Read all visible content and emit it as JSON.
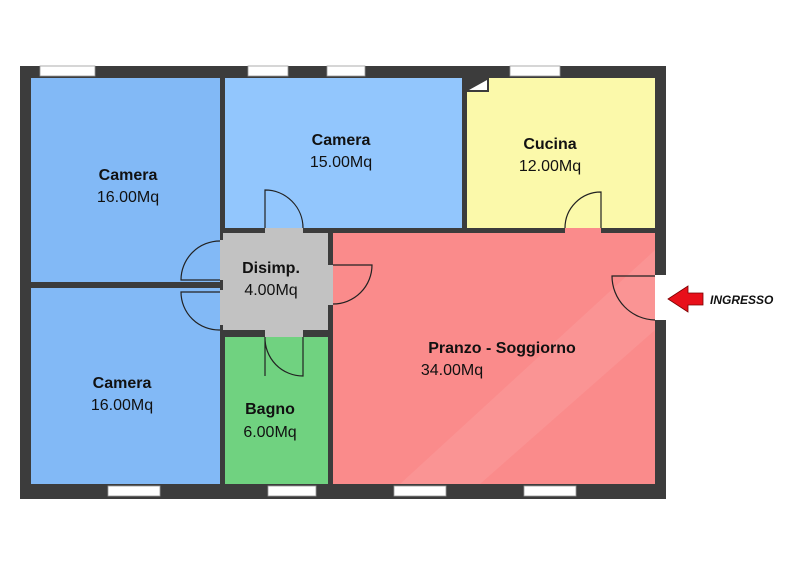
{
  "title": "Floor plan",
  "colors": {
    "wall": "#3c3c3c",
    "camera_left": "#82b9f6",
    "camera_top": "#92c6fd",
    "cucina": "#fbf9aa",
    "disimpegno": "#c2c2c2",
    "bagno": "#70d280",
    "soggiorno": "#fa8b8b",
    "arrow": "#e8101a"
  },
  "rooms": [
    {
      "name": "Camera",
      "area": "16.00Mq"
    },
    {
      "name": "Camera",
      "area": "16.00Mq"
    },
    {
      "name": "Camera",
      "area": "15.00Mq"
    },
    {
      "name": "Cucina",
      "area": "12.00Mq"
    },
    {
      "name": "Disimp.",
      "area": "4.00Mq"
    },
    {
      "name": "Bagno",
      "area": "6.00Mq"
    },
    {
      "name": "Pranzo - Soggiorno",
      "area": "34.00Mq"
    }
  ],
  "entrance": {
    "label": "INGRESSO",
    "icon": "arrow-left-icon"
  }
}
